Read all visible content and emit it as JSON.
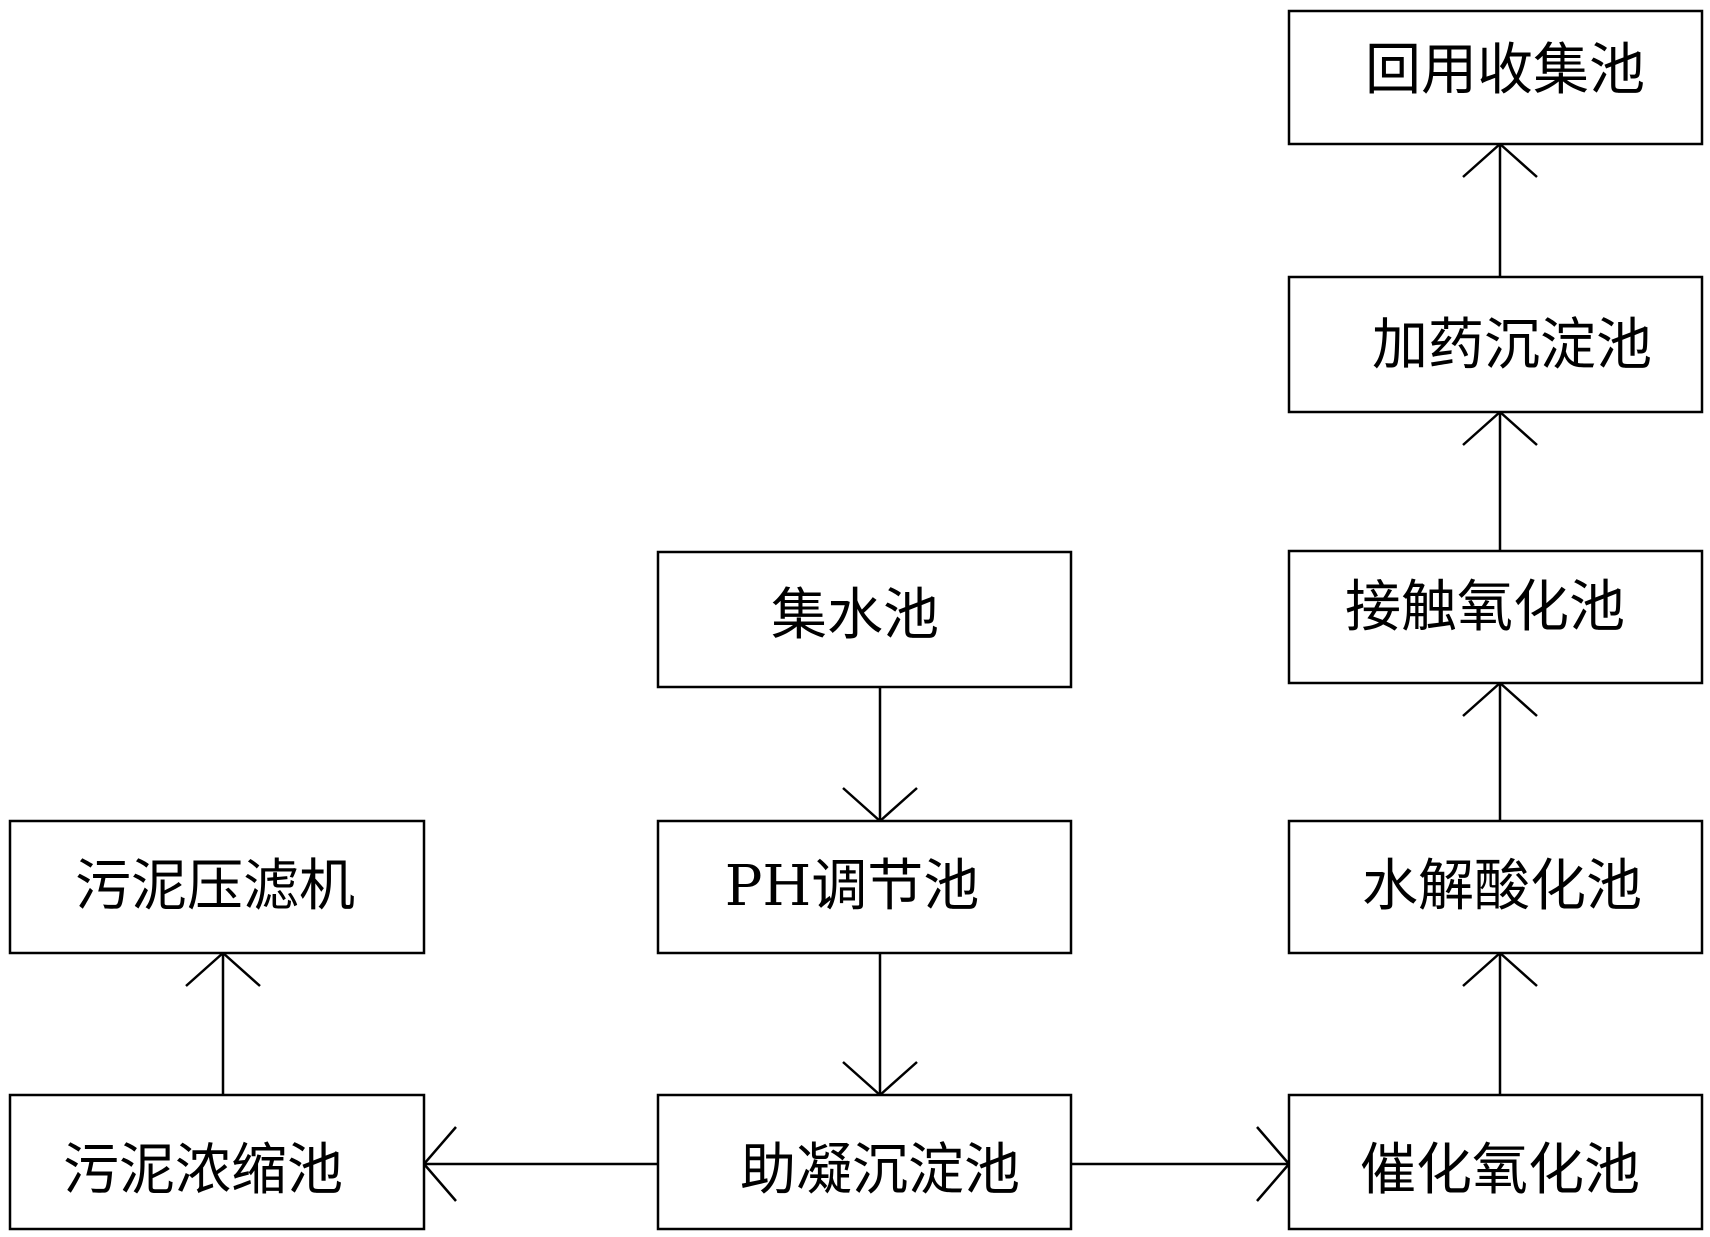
{
  "nodes": {
    "huiyong_shouji_chi": {
      "label": "回用收集池"
    },
    "jiayao_chendian_chi": {
      "label": "加药沉淀池"
    },
    "jiechu_yanghua_chi": {
      "label": "接触氧化池"
    },
    "shuijie_suanhua_chi": {
      "label": "水解酸化池"
    },
    "cuihua_yanghua_chi": {
      "label": "催化氧化池"
    },
    "jishui_chi": {
      "label": "集水池"
    },
    "ph_tiaojie_chi": {
      "label": "PH调节池"
    },
    "zhuning_chendian_chi": {
      "label": "助凝沉淀池"
    },
    "wuni_nongsuo_chi": {
      "label": "污泥浓缩池"
    },
    "wuni_yalvji": {
      "label": "污泥压滤机"
    }
  },
  "edges": [
    {
      "from": "jishui_chi",
      "to": "ph_tiaojie_chi"
    },
    {
      "from": "ph_tiaojie_chi",
      "to": "zhuning_chendian_chi"
    },
    {
      "from": "zhuning_chendian_chi",
      "to": "wuni_nongsuo_chi"
    },
    {
      "from": "zhuning_chendian_chi",
      "to": "cuihua_yanghua_chi"
    },
    {
      "from": "wuni_nongsuo_chi",
      "to": "wuni_yalvji"
    },
    {
      "from": "cuihua_yanghua_chi",
      "to": "shuijie_suanhua_chi"
    },
    {
      "from": "shuijie_suanhua_chi",
      "to": "jiechu_yanghua_chi"
    },
    {
      "from": "jiechu_yanghua_chi",
      "to": "jiayao_chendian_chi"
    },
    {
      "from": "jiayao_chendian_chi",
      "to": "huiyong_shouji_chi"
    }
  ]
}
